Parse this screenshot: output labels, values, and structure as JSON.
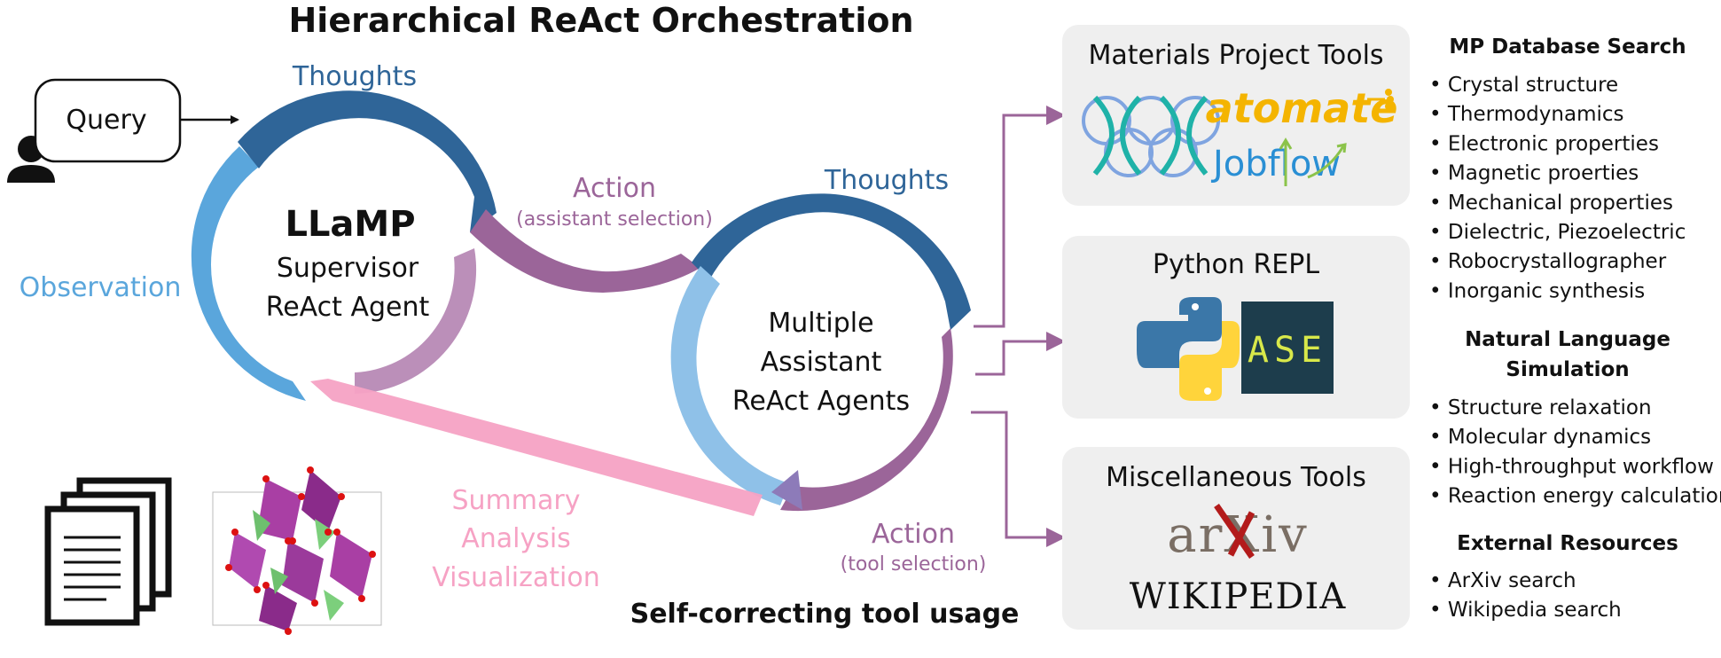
{
  "title": "Hierarchical ReAct Orchestration",
  "query_label": "Query",
  "supervisor": {
    "name": "LLaMP",
    "line1": "Supervisor",
    "line2": "ReAct Agent",
    "thoughts": "Thoughts",
    "action": "Action",
    "action_sub": "(assistant selection)",
    "observation": "Observation"
  },
  "assistants": {
    "line1": "Multiple",
    "line2": "Assistant",
    "line3": "ReAct Agents",
    "thoughts": "Thoughts",
    "action": "Action",
    "action_sub": "(tool selection)"
  },
  "summary": {
    "line1": "Summary",
    "line2": "Analysis",
    "line3": "Visualization"
  },
  "self_correcting": "Self-correcting tool usage",
  "tool_boxes": {
    "mp": {
      "title": "Materials Project Tools",
      "logo_atomate": "atomate",
      "logo_jobflow": "Jobflow"
    },
    "python": {
      "title": "Python REPL",
      "logo_ase": "ASE"
    },
    "misc": {
      "title": "Miscellaneous Tools",
      "logo_arxiv": "arXiv",
      "logo_wikipedia": "WIKIPEDIA"
    }
  },
  "capabilities": {
    "mp_search": {
      "heading": "MP Database Search",
      "items": [
        "Crystal structure",
        "Thermodynamics",
        "Electronic properties",
        "Magnetic proerties",
        "Mechanical properties",
        "Dielectric, Piezoelectric",
        "Robocrystallographer",
        "Inorganic synthesis"
      ]
    },
    "nl_sim": {
      "heading1": "Natural Language",
      "heading2": "Simulation",
      "items": [
        "Structure relaxation",
        "Molecular dynamics",
        "High-throughput workflow",
        "Reaction energy calculation"
      ]
    },
    "external": {
      "heading": "External Resources",
      "items": [
        "ArXiv search",
        "Wikipedia search"
      ]
    }
  },
  "colors": {
    "thoughts": "#2f6598",
    "action": "#9b6599",
    "observation": "#5aa6dc",
    "summary": "#f6a2c4",
    "arrow": "#9b6599",
    "box_bg": "#efefef",
    "python_blue": "#3b77a8",
    "python_yellow": "#ffd43b",
    "ase_bg": "#1d3d4c",
    "ase_text": "#d8e84a",
    "atomate": "#f4b400",
    "jobflow_blue": "#2a8fd4",
    "jobflow_green": "#8bc34a",
    "arxiv_red": "#b31b1b",
    "mp_teal": "#1fb2a8",
    "mp_blue": "#7fa4e0"
  },
  "icons": [
    "user-add-icon",
    "documents-icon",
    "crystal-structure-icon",
    "materials-project-logo-icon",
    "python-logo-icon"
  ]
}
